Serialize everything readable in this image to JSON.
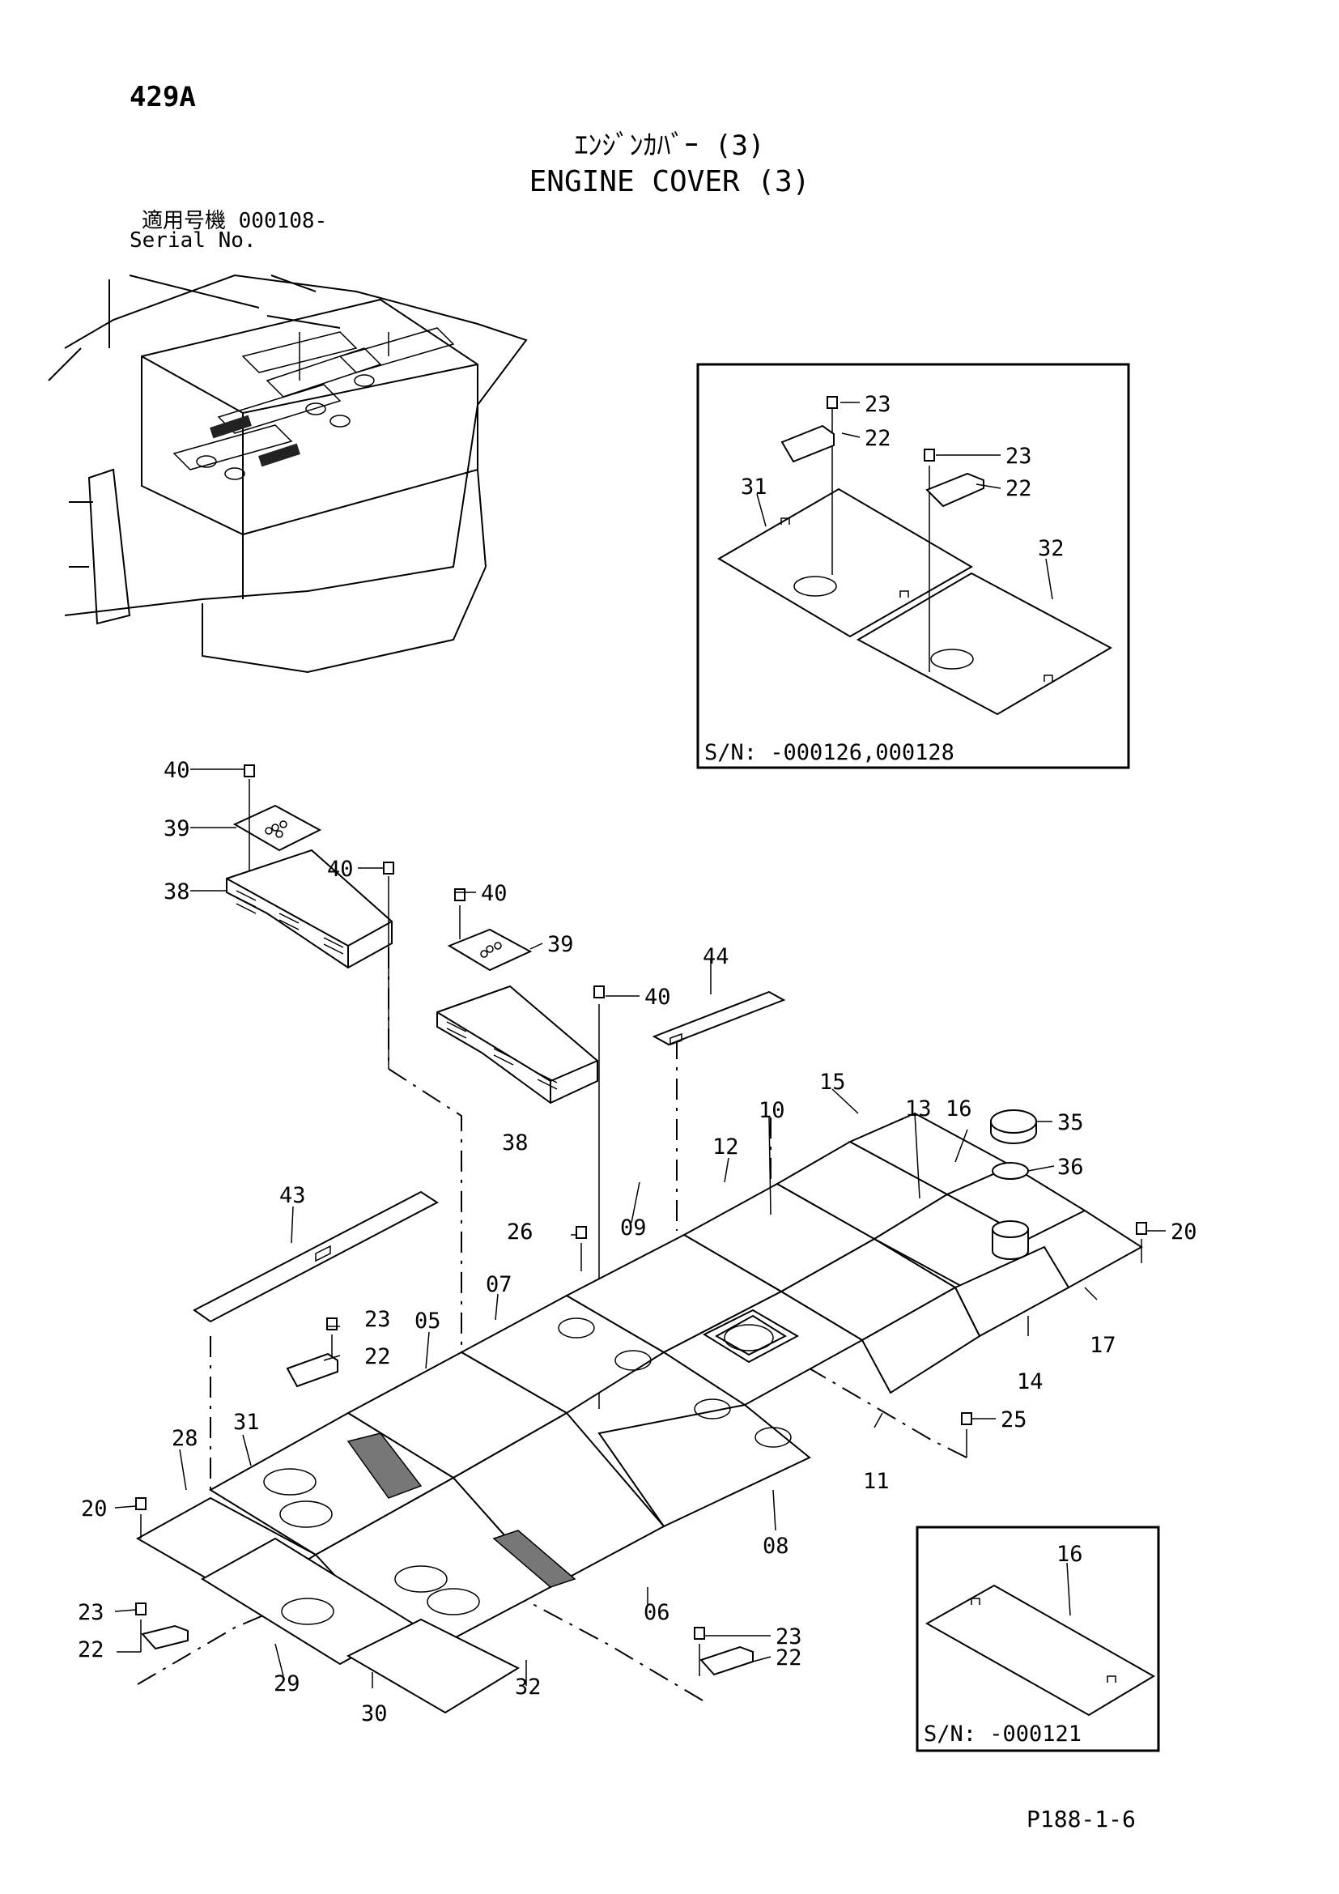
{
  "header": {
    "page_number": "429A",
    "title_jp": "ｴﾝｼﾞﾝｶﾊﾞｰ (3)",
    "title_en": "ENGINE COVER (3)",
    "serial_jp": "適用号機  000108-",
    "serial_en": "Serial No."
  },
  "footer": {
    "page_code": "P188-1-6"
  },
  "inset_boxes": [
    {
      "caption": "S/N: -000126,000128",
      "callouts": [
        "23",
        "22",
        "23",
        "22",
        "31",
        "32"
      ]
    },
    {
      "caption": "S/N: -000121",
      "callouts": [
        "16"
      ]
    }
  ],
  "callouts": {
    "c40a": "40",
    "c39a": "39",
    "c38a": "38",
    "c40b": "40",
    "c40c": "40",
    "c39b": "39",
    "c40d": "40",
    "c38b": "38",
    "c44": "44",
    "c15": "15",
    "c10": "10",
    "c13": "13",
    "c16": "16",
    "c35": "35",
    "c12": "12",
    "c36": "36",
    "c43": "43",
    "c09": "09",
    "c26": "26",
    "c20a": "20",
    "c07": "07",
    "c23a": "23",
    "c05": "05",
    "c22a": "22",
    "c17": "17",
    "c14": "14",
    "c31": "31",
    "c25": "25",
    "c28": "28",
    "c11": "11",
    "c20b": "20",
    "c08": "08",
    "c23b": "23",
    "c06": "06",
    "c23c": "23",
    "c22b": "22",
    "c22c": "22",
    "c29": "29",
    "c32": "32",
    "c30": "30",
    "i1_23a": "23",
    "i1_22a": "22",
    "i1_23b": "23",
    "i1_22b": "22",
    "i1_31": "31",
    "i1_32": "32",
    "i2_16": "16"
  }
}
